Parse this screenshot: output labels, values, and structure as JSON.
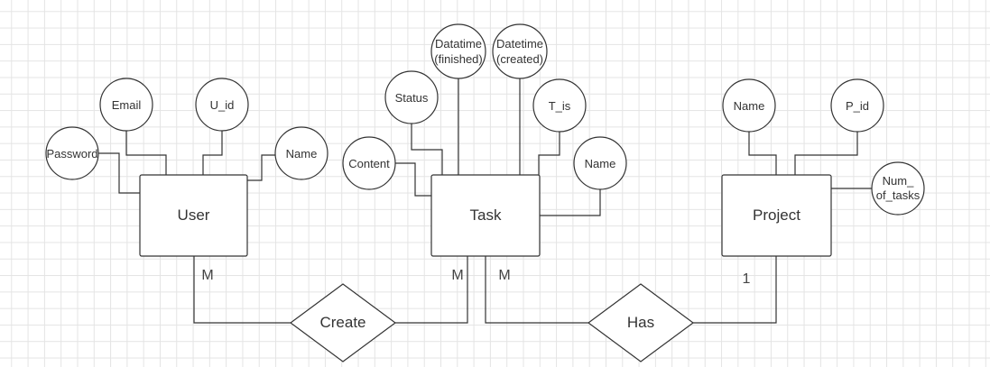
{
  "entities": {
    "user": "User",
    "task": "Task",
    "project": "Project"
  },
  "relationships": {
    "create": "Create",
    "has": "Has"
  },
  "attributes": {
    "user_email": "Email",
    "user_uid": "U_id",
    "user_password": "Password",
    "user_name": "Name",
    "task_status": "Status",
    "task_datetime_finished_1": "Datatime",
    "task_datetime_finished_2": "(finished)",
    "task_datetime_created_1": "Datetime",
    "task_datetime_created_2": "(created)",
    "task_tis": "T_is",
    "task_content": "Content",
    "task_name": "Name",
    "project_name": "Name",
    "project_pid": "P_id",
    "project_num_1": "Num_",
    "project_num_2": "of_tasks"
  },
  "cardinalities": {
    "user_create": "M",
    "task_create": "M",
    "task_has": "M",
    "project_has": "1"
  },
  "colors": {
    "stroke": "#333333",
    "grid": "#e4e4e4",
    "background": "#ffffff"
  }
}
